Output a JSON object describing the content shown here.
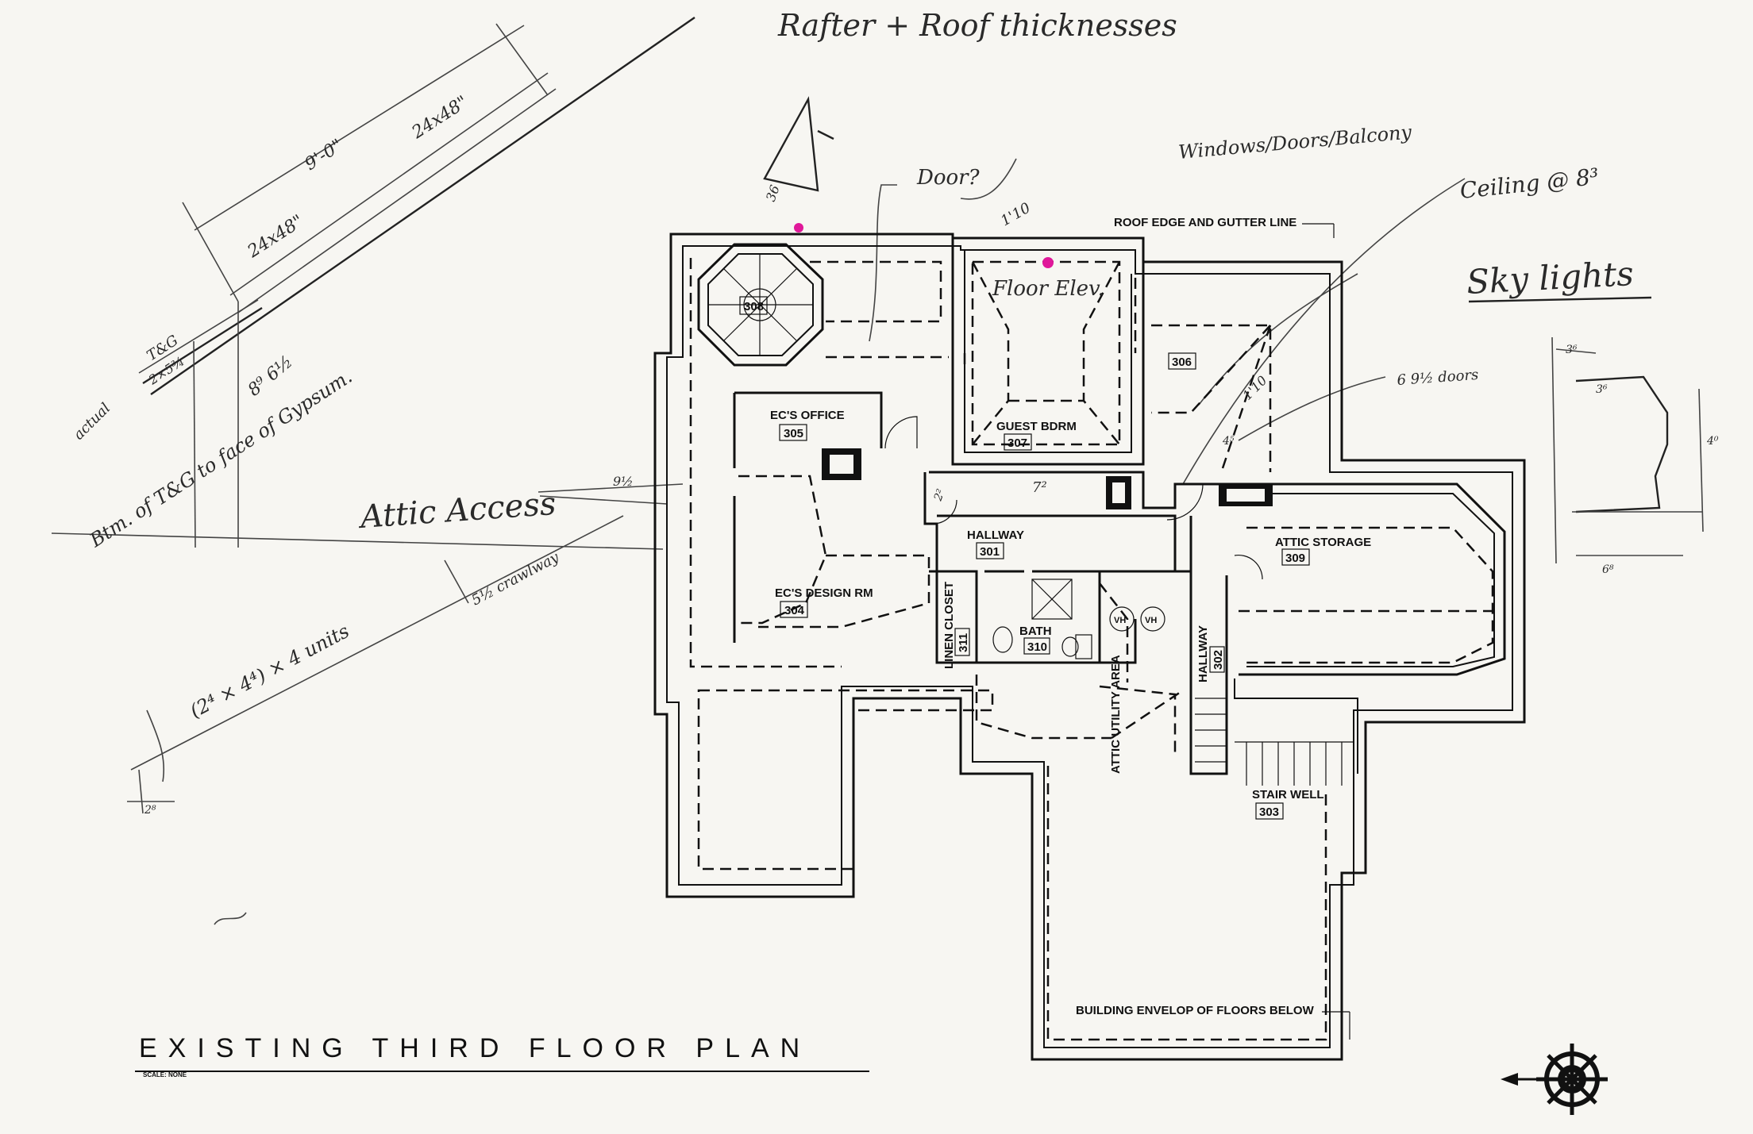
{
  "drawing": {
    "title": "EXISTING THIRD FLOOR PLAN",
    "scale_note": "SCALE: NONE"
  },
  "callouts": {
    "roof_edge": "ROOF EDGE AND GUTTER LINE",
    "building_envelope": "BUILDING ENVELOP OF FLOORS BELOW"
  },
  "rooms": [
    {
      "name": "",
      "number": "308"
    },
    {
      "name": "EC'S OFFICE",
      "number": "305"
    },
    {
      "name": "GUEST BDRM",
      "number": "307"
    },
    {
      "name": "",
      "number": "306"
    },
    {
      "name": "HALLWAY",
      "number": "301"
    },
    {
      "name": "ATTIC STORAGE",
      "number": "309"
    },
    {
      "name": "EC'S DESIGN RM",
      "number": "304"
    },
    {
      "name": "LINEN CLOSET",
      "number": "311"
    },
    {
      "name": "BATH",
      "number": "310"
    },
    {
      "name": "ATTIC UTILITY AREA",
      "number": ""
    },
    {
      "name": "HALLWAY",
      "number": "302"
    },
    {
      "name": "STAIR WELL",
      "number": "303"
    }
  ],
  "fixtures": {
    "vh_label": "VH"
  },
  "annotations": {
    "top_title": "Rafter + Roof thicknesses",
    "door_q": "Door?",
    "windows": "Windows/Doors/Balcony",
    "ceiling": "Ceiling @ 8³",
    "skylights": "Sky lights",
    "floor_elev": "Floor Elev.",
    "attic_access": "Attic Access",
    "dim_9_0": "9'-0\"",
    "dim_24x48_top": "24x48\"",
    "dim_24x48": "24x48\"",
    "tg": "T&G",
    "two_by": "2×5¾",
    "actual": "actual",
    "dim_8_6": "8⁹ 6½",
    "btm_note": "Btm. of T&G to face of Gypsum.",
    "crawl": "5½ crawlway",
    "units": "(2⁴ × 4⁴) × 4 units",
    "dim_2_8": "2⁸",
    "dim_1_10_a": "1'10",
    "dim_1_10_b": "1'10",
    "dim_9_half": "9½",
    "dim_7_2": "7²",
    "dim_2_2": "2²",
    "door_9_half": "6 9½ doors",
    "dim_4_5": "4⁵",
    "sky_a": "3⁶",
    "sky_b": "3⁶",
    "sky_c": "4⁰",
    "sky_d": "6⁸",
    "note_36": "36"
  },
  "colors": {
    "paper": "#f7f6f2",
    "ink": "#111111",
    "marker": "#e0189a"
  }
}
